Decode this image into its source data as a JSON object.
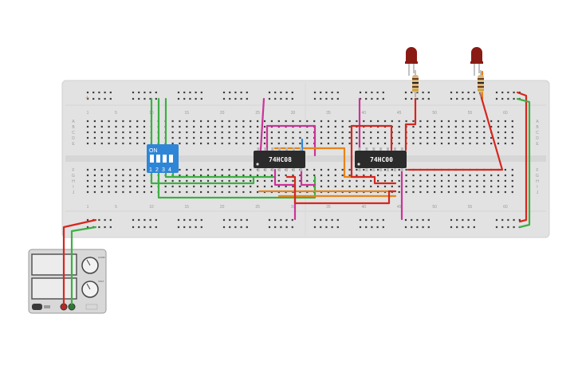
{
  "breadcrumb": {
    "power_rail_top_label": "+",
    "column_numbers": [
      "1",
      "5",
      "10",
      "15",
      "20",
      "25",
      "30",
      "35",
      "40",
      "45",
      "50",
      "55",
      "60"
    ],
    "row_letters_top": [
      "A",
      "B",
      "C",
      "D",
      "E"
    ],
    "row_letters_bottom": [
      "F",
      "G",
      "H",
      "I",
      "J"
    ]
  },
  "dip_switch": {
    "on_label": "ON",
    "switch_numbers": [
      "1",
      "2",
      "3",
      "4"
    ]
  },
  "chips": [
    {
      "label": "74HC08"
    },
    {
      "label": "74HC00"
    }
  ],
  "leds": [
    {
      "color": "#8a1a14",
      "name": "led-1"
    },
    {
      "color": "#8a1a14",
      "name": "led-2"
    }
  ],
  "power_supply": {
    "knob_labels": [
      "CURR",
      "VOLT"
    ]
  },
  "colors": {
    "breadboard": "#e2e2e2",
    "wire_green": "#3cb043",
    "wire_red": "#d7261e",
    "wire_magenta": "#cc3399",
    "wire_orange": "#e8841a",
    "chip_body": "#2b2b2b",
    "dip_body": "#2f86d6"
  }
}
